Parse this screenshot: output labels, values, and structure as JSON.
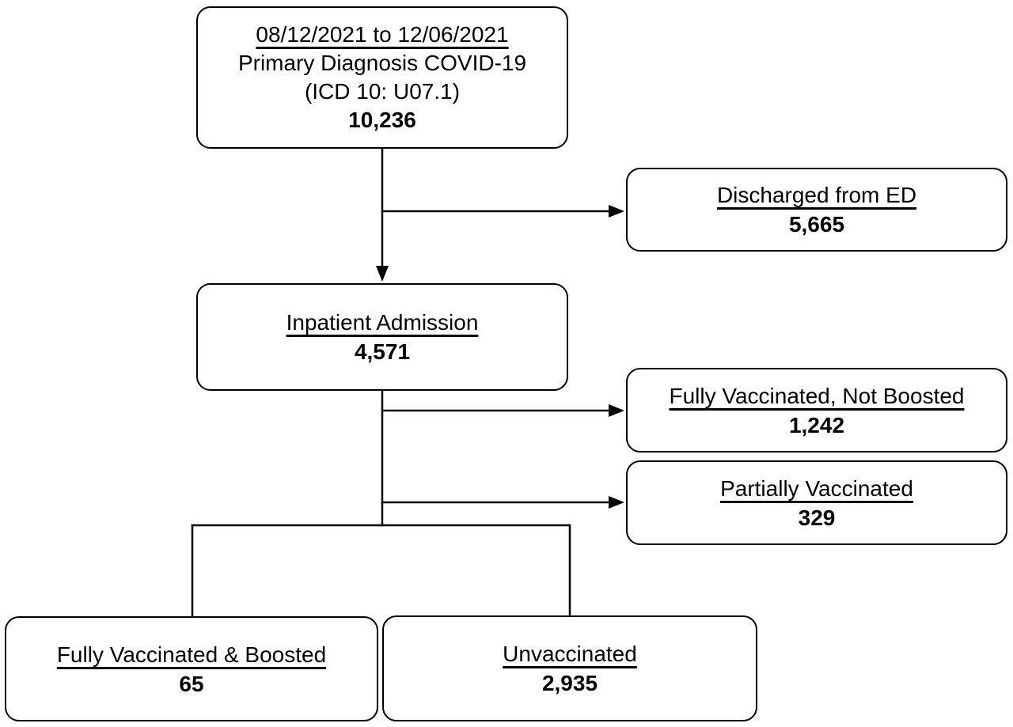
{
  "colors": {
    "line": "#000000",
    "box_border": "#000000",
    "box_fill": "#ffffff",
    "text": "#000000"
  },
  "boxes": {
    "start": {
      "line1": "08/12/2021 to 12/06/2021",
      "line2": "Primary Diagnosis COVID-19",
      "line3": "(ICD 10: U07.1)",
      "value": "10,236"
    },
    "discharged": {
      "label": "Discharged from ED",
      "value": "5,665"
    },
    "inpatient": {
      "label": "Inpatient Admission",
      "value": "4,571"
    },
    "fully_vaccinated_not_boosted": {
      "label": "Fully Vaccinated, Not Boosted",
      "value": "1,242"
    },
    "partially_vaccinated": {
      "label": "Partially Vaccinated",
      "value": "329"
    },
    "fully_vaccinated_boosted": {
      "label": "Fully Vaccinated & Boosted",
      "value": "65"
    },
    "unvaccinated": {
      "label": "Unvaccinated",
      "value": "2,935"
    }
  },
  "edges": [
    {
      "from": "start",
      "to": "discharged",
      "arrow": true
    },
    {
      "from": "start",
      "to": "inpatient",
      "arrow": true
    },
    {
      "from": "inpatient",
      "to": "fully_vaccinated_not_boosted",
      "arrow": true
    },
    {
      "from": "inpatient",
      "to": "partially_vaccinated",
      "arrow": true
    },
    {
      "from": "inpatient",
      "to": "fully_vaccinated_boosted",
      "arrow": false
    },
    {
      "from": "inpatient",
      "to": "unvaccinated",
      "arrow": false
    }
  ]
}
